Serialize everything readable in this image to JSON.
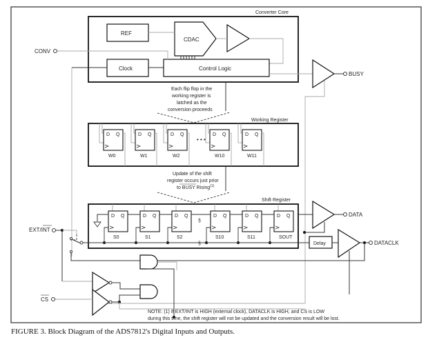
{
  "figure": {
    "caption": "FIGURE 3. Block Diagram of the ADS7812's Digital Inputs and Outputs.",
    "note_line1": "NOTE: (1) If EXT/INT is HIGH (external clock), DATACLK is HIGH, and CS is LOW",
    "note_line2": "during this time, the shift register will not be updated and the conversion result will be lost."
  },
  "converter_core": {
    "title": "Converter Core",
    "ref_label": "REF",
    "cdac_label": "CDAC",
    "clock_label": "Clock",
    "control_logic_label": "Control Logic"
  },
  "pins": {
    "conv": "CONV",
    "busy": "BUSY",
    "data": "DATA",
    "dataclk": "DATACLK",
    "ext_int": "EXT/INT",
    "cs": "CS"
  },
  "annotations": {
    "latch_line1": "Each flip flop in the",
    "latch_line2": "working register is",
    "latch_line3": "latched as the",
    "latch_line4": "conversion proceeds",
    "update_line1": "Update of the shift",
    "update_line2": "register occurs just prior",
    "update_line3": "to BUSY Rising",
    "update_ref": "(1)",
    "delay_label": "Delay",
    "ellipsis": "• • •"
  },
  "working_register": {
    "title": "Working Register",
    "d_label": "D",
    "q_label": "Q",
    "cells": [
      "W0",
      "W1",
      "W2",
      "W10",
      "W11"
    ]
  },
  "shift_register": {
    "title": "Shift Register",
    "d_label": "D",
    "q_label": "Q",
    "cells": [
      "S0",
      "S1",
      "S2",
      "S10",
      "S11",
      "SOUT"
    ]
  }
}
